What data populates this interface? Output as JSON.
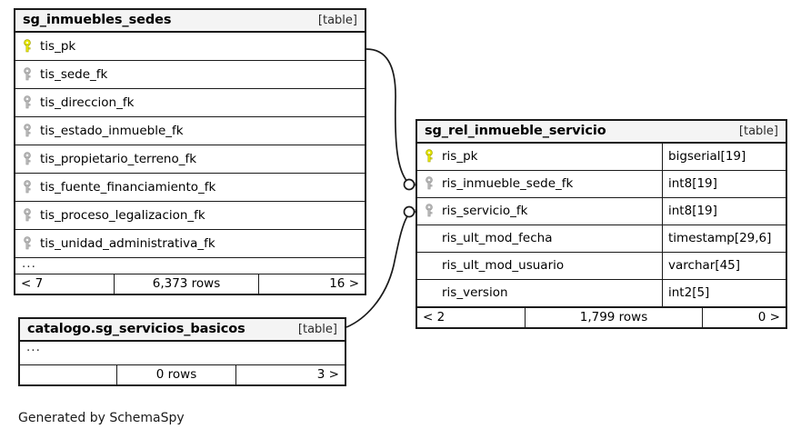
{
  "diagram": {
    "caption": "Generated by SchemaSpy",
    "table_tag": "[table]",
    "ellipsis": "...",
    "rows_suffix": "rows"
  },
  "tables": {
    "inmuebles_sedes": {
      "title": "sg_inmuebles_sedes",
      "tag": "[table]",
      "columns": [
        {
          "name": "tis_pk",
          "key": "primary"
        },
        {
          "name": "tis_sede_fk",
          "key": "foreign"
        },
        {
          "name": "tis_direccion_fk",
          "key": "foreign"
        },
        {
          "name": "tis_estado_inmueble_fk",
          "key": "foreign"
        },
        {
          "name": "tis_propietario_terreno_fk",
          "key": "foreign"
        },
        {
          "name": "tis_fuente_financiamiento_fk",
          "key": "foreign"
        },
        {
          "name": "tis_proceso_legalizacion_fk",
          "key": "foreign"
        },
        {
          "name": "tis_unidad_administrativa_fk",
          "key": "foreign"
        }
      ],
      "more_indicator": "...",
      "footer": {
        "left": "< 7",
        "middle": "6,373 rows",
        "right": "16 >"
      }
    },
    "rel_inmueble_servicio": {
      "title": "sg_rel_inmueble_servicio",
      "tag": "[table]",
      "columns": [
        {
          "name": "ris_pk",
          "type": "bigserial[19]",
          "key": "primary"
        },
        {
          "name": "ris_inmueble_sede_fk",
          "type": "int8[19]",
          "key": "foreign"
        },
        {
          "name": "ris_servicio_fk",
          "type": "int8[19]",
          "key": "foreign"
        },
        {
          "name": "ris_ult_mod_fecha",
          "type": "timestamp[29,6]",
          "key": "none"
        },
        {
          "name": "ris_ult_mod_usuario",
          "type": "varchar[45]",
          "key": "none"
        },
        {
          "name": "ris_version",
          "type": "int2[5]",
          "key": "none"
        }
      ],
      "footer": {
        "left": "< 2",
        "middle": "1,799 rows",
        "right": "0 >"
      }
    },
    "catalogo_servicios_basicos": {
      "title": "catalogo.sg_servicios_basicos",
      "tag": "[table]",
      "more_indicator": "...",
      "footer": {
        "left": "",
        "middle": "0 rows",
        "right": "3 >"
      }
    }
  },
  "relationships": [
    {
      "name": "inmuebles-sedes-to-rel-inmueble-sede-fk",
      "from_table": "sg_inmuebles_sedes",
      "from_column": "tis_pk",
      "to_table": "sg_rel_inmueble_servicio",
      "to_column": "ris_inmueble_sede_fk"
    },
    {
      "name": "catalogo-servicios-to-rel-servicio-fk",
      "from_table": "catalogo.sg_servicios_basicos",
      "to_table": "sg_rel_inmueble_servicio",
      "to_column": "ris_servicio_fk"
    }
  ],
  "colors": {
    "primary_key": "#e8e800",
    "foreign_key": "#b0b0b0",
    "border": "#1a1a1a",
    "header_bg": "#f4f4f4",
    "body_bg": "#ffffff",
    "text": "#000000"
  }
}
